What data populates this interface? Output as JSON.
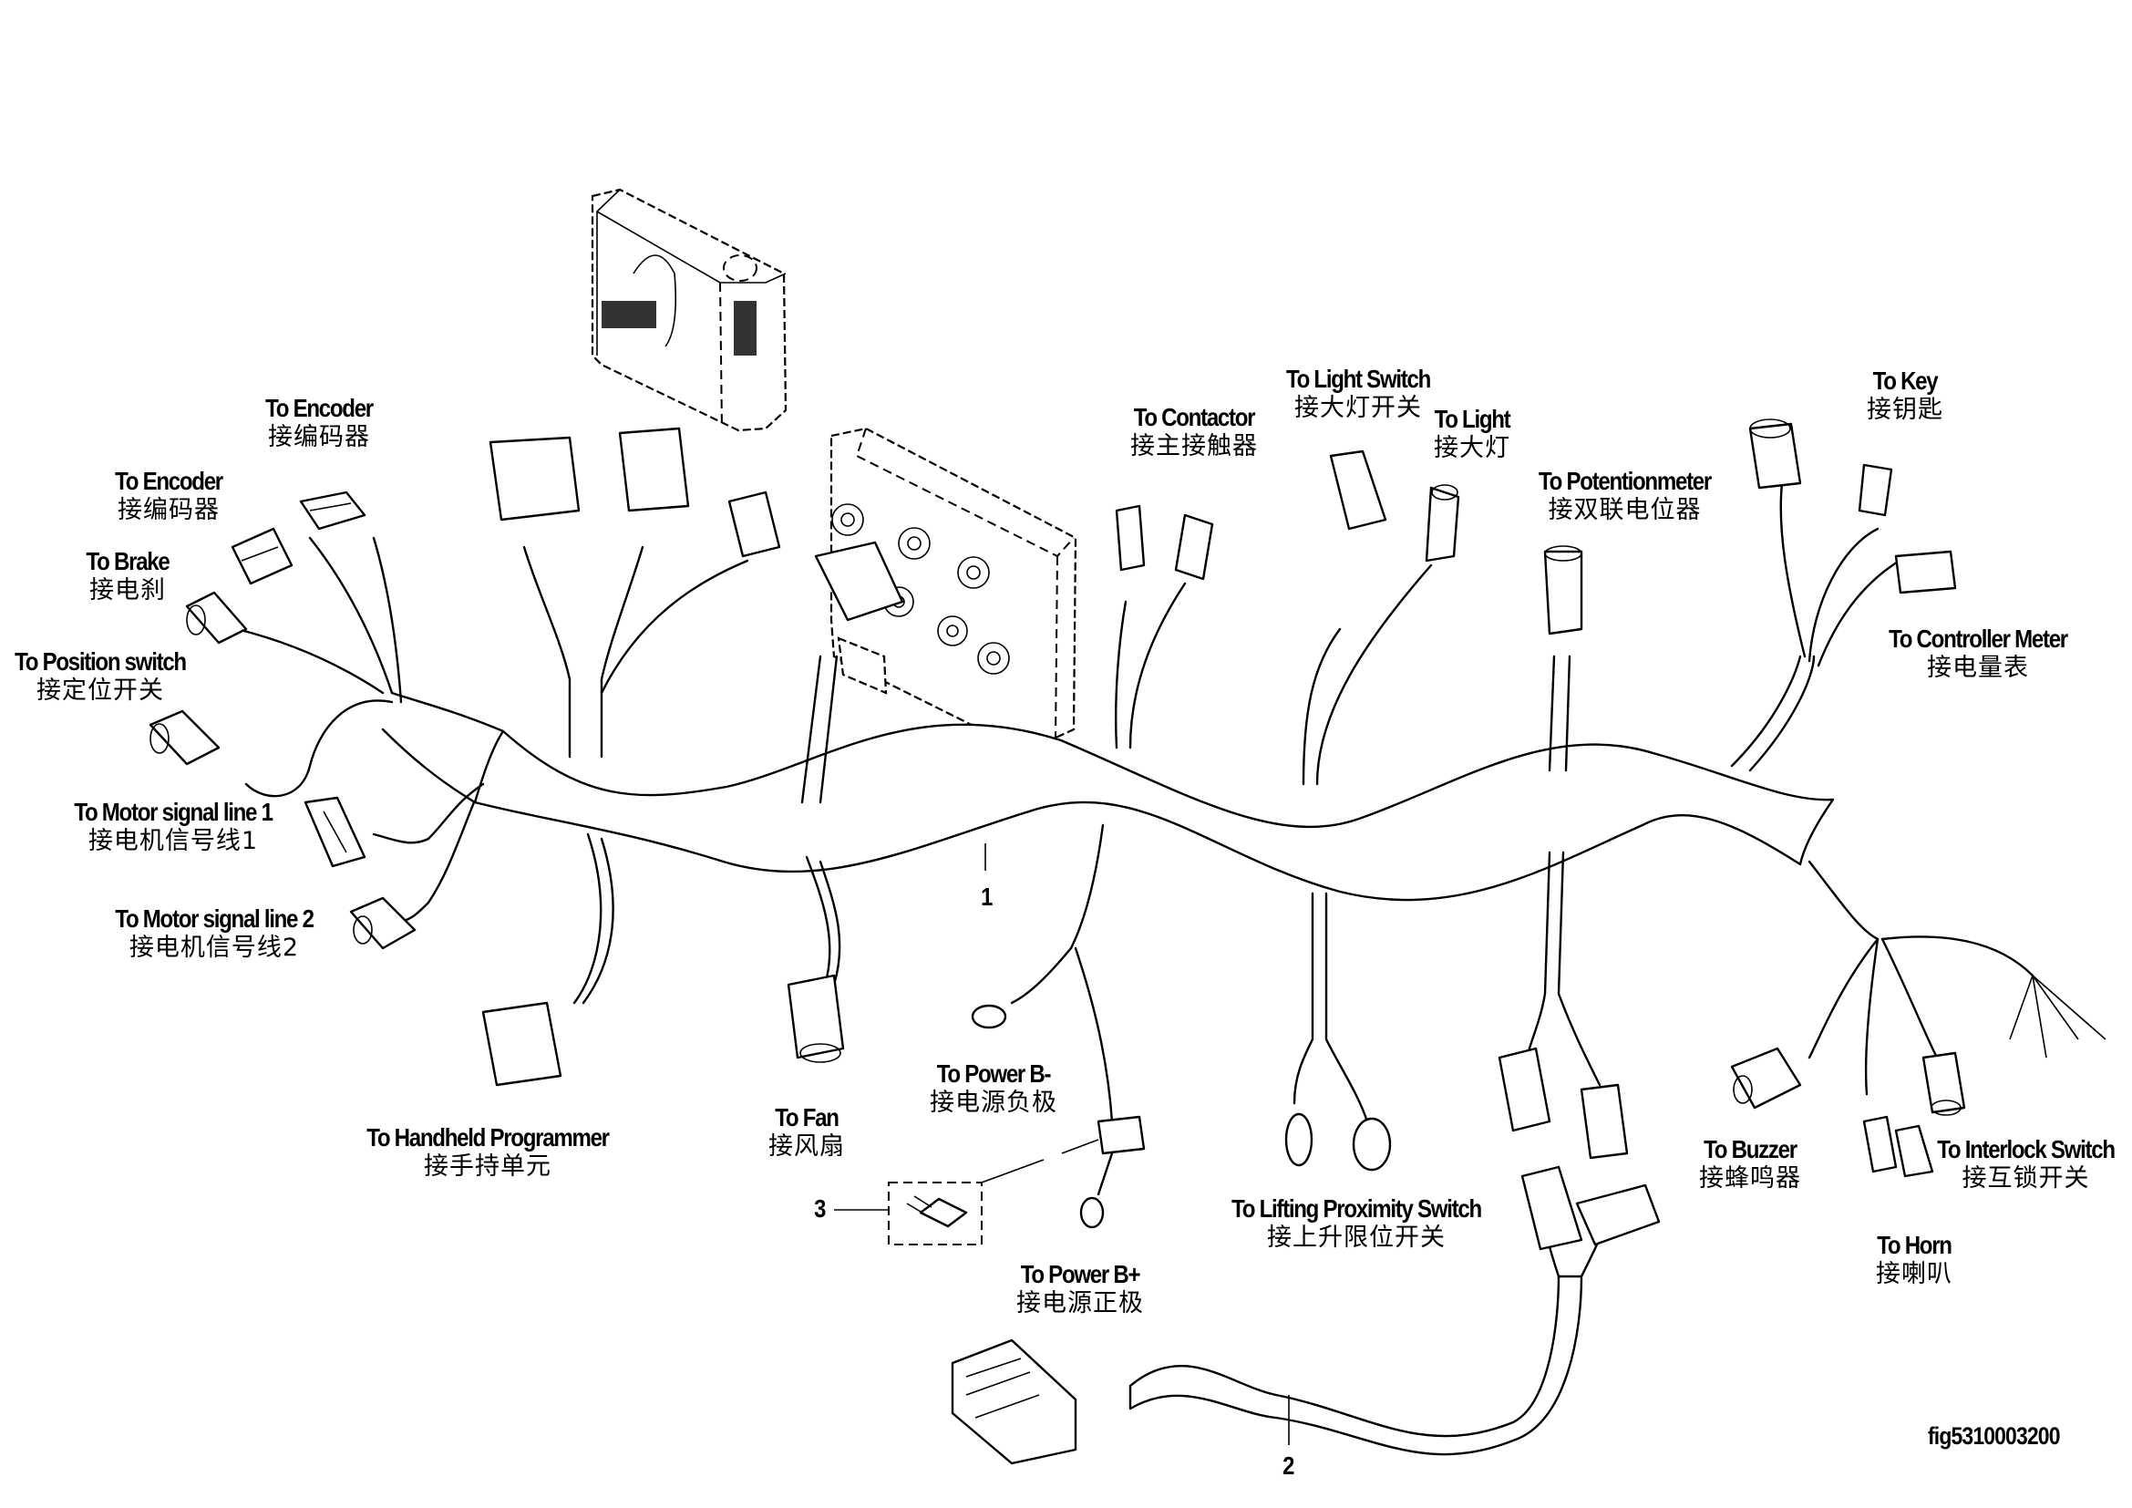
{
  "figure_id": "fig5310003200",
  "callouts": {
    "main_harness": "1",
    "sub_harness": "2",
    "fuse": "3"
  },
  "labels": [
    {
      "id": "encoder-upper",
      "en": "To Encoder",
      "zh": "接编码器"
    },
    {
      "id": "encoder-lower",
      "en": "To Encoder",
      "zh": "接编码器"
    },
    {
      "id": "brake",
      "en": "To  Brake",
      "zh": "接电刹"
    },
    {
      "id": "position-switch",
      "en": "To Position switch",
      "zh": "接定位开关"
    },
    {
      "id": "motor-signal-1",
      "en": "To  Motor signal line 1",
      "zh": "接电机信号线1"
    },
    {
      "id": "motor-signal-2",
      "en": "To  Motor signal line 2",
      "zh": "接电机信号线2"
    },
    {
      "id": "handheld-programmer",
      "en": "To  Handheld Programmer",
      "zh": "接手持单元"
    },
    {
      "id": "fan",
      "en": "To Fan",
      "zh": "接风扇"
    },
    {
      "id": "power-b-minus",
      "en": "To Power B-",
      "zh": "接电源负极"
    },
    {
      "id": "power-b-plus",
      "en": "To Power B+",
      "zh": "接电源正极"
    },
    {
      "id": "contactor",
      "en": "To Contactor",
      "zh": "接主接触器"
    },
    {
      "id": "light-switch",
      "en": "To Light Switch",
      "zh": "接大灯开关"
    },
    {
      "id": "light",
      "en": "To Light",
      "zh": "接大灯"
    },
    {
      "id": "potentiometer",
      "en": "To Potentionmeter",
      "zh": "接双联电位器"
    },
    {
      "id": "lifting-proximity-switch",
      "en": "To  Lifting Proximity Switch",
      "zh": "接上升限位开关"
    },
    {
      "id": "key",
      "en": "To Key",
      "zh": "接钥匙"
    },
    {
      "id": "controller-meter",
      "en": "To  Controller Meter",
      "zh": "接电量表"
    },
    {
      "id": "buzzer",
      "en": "To Buzzer",
      "zh": "接蜂鸣器"
    },
    {
      "id": "horn",
      "en": "To Horn",
      "zh": "接喇叭"
    },
    {
      "id": "interlock-switch",
      "en": "To  Interlock Switch",
      "zh": "接互锁开关"
    }
  ]
}
